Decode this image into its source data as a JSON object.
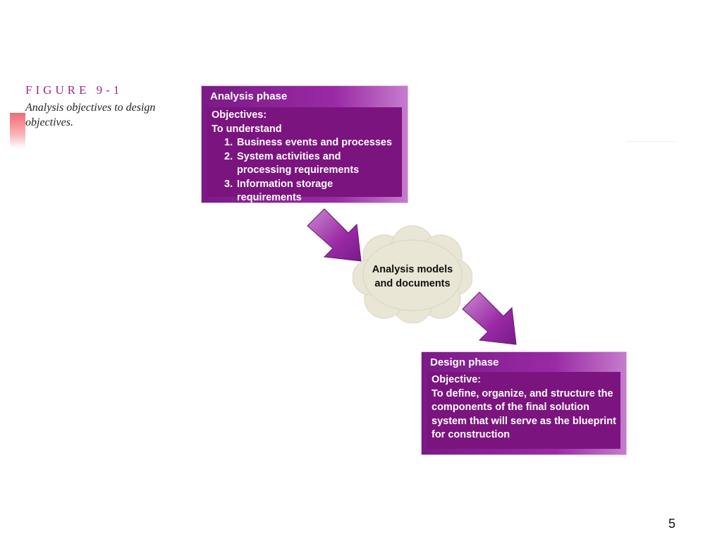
{
  "figure": {
    "label": "FIGURE 9-1",
    "caption": "Analysis objectives to design objectives."
  },
  "analysis_phase": {
    "title": "Analysis phase",
    "objectives_heading": "Objectives:",
    "intro": "To understand",
    "items": [
      {
        "num": "1.",
        "text": "Business events and processes"
      },
      {
        "num": "2.",
        "text": "System activities and processing requirements"
      },
      {
        "num": "3.",
        "text": "Information storage requirements"
      }
    ]
  },
  "cloud": {
    "line1": "Analysis models",
    "line2": "and documents"
  },
  "design_phase": {
    "title": "Design phase",
    "objective_heading": "Objective:",
    "text": "To define, organize, and structure the components of the final solution system that will serve as the blueprint for construction"
  },
  "page_number": "5",
  "colors": {
    "box_purple": "#7b147e",
    "cloud_fill": "#e9e6d6",
    "caption_label": "#9a2a8e"
  }
}
